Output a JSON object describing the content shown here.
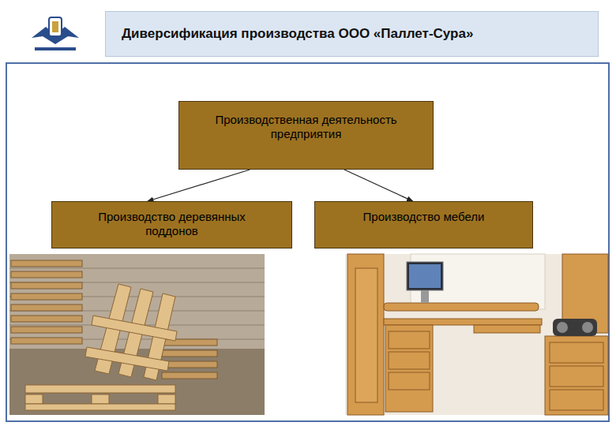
{
  "diagram": {
    "title": "Диверсификация производства ООО «Паллет-Сура»",
    "nodes": [
      {
        "text": [
          "Производственная деятельность предприятия"
        ]
      },
      {
        "text": [
          "Производство деревянных поддонов"
        ]
      },
      {
        "text": [
          "Производство мебели"
        ]
      }
    ],
    "edges": [
      {
        "from": 0,
        "to": 1,
        "arrow": "to"
      },
      {
        "from": 0,
        "to": 2,
        "arrow": "to"
      }
    ]
  }
}
